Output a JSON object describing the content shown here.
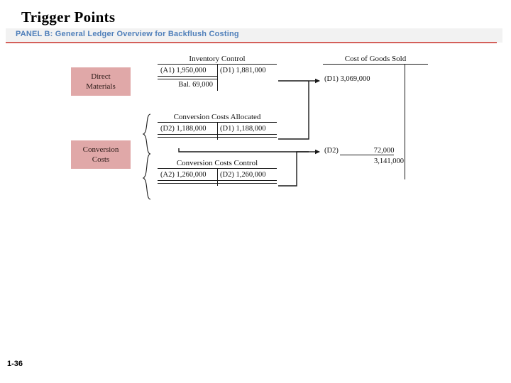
{
  "slide": {
    "title": "Trigger Points",
    "number": "1-36"
  },
  "panel": {
    "subtitle": "PANEL B: General Ledger Overview for Backflush Costing",
    "subtitle_color": "#4f7fba",
    "rule_color": "#d4605a",
    "banner_color": "#f2f2f2"
  },
  "triggers": {
    "box_color": "#e0a8a8",
    "items": [
      {
        "line1": "Direct",
        "line2": "Materials"
      },
      {
        "line1": "Conversion",
        "line2": "Costs"
      }
    ]
  },
  "accounts": {
    "inventory_control": {
      "title": "Inventory Control",
      "debit_ref": "(A1)",
      "debit_amount": "1,950,000",
      "credit_ref": "(D1)",
      "credit_amount": "1,881,000",
      "balance_label": "Bal. 69,000"
    },
    "conversion_costs_allocated": {
      "title": "Conversion Costs Allocated",
      "debit_ref": "(D2)",
      "debit_amount": "1,188,000",
      "credit_ref": "(D1)",
      "credit_amount": "1,188,000"
    },
    "conversion_costs_control": {
      "title": "Conversion Costs Control",
      "debit_ref": "(A2)",
      "debit_amount": "1,260,000",
      "credit_ref": "(D2)",
      "credit_amount": "1,260,000"
    },
    "cost_of_goods_sold": {
      "title": "Cost of Goods Sold",
      "entry1_ref": "(D1)",
      "entry1_amount": "3,069,000",
      "entry2_ref": "(D2)",
      "entry2_amount": "72,000",
      "total_amount": "3,141,000"
    }
  },
  "chart_data": {
    "type": "diagram",
    "title": "PANEL B: General Ledger Overview for Backflush Costing",
    "diagram_kind": "t-account-ledger-flow",
    "trigger_points": [
      "Direct Materials",
      "Conversion Costs"
    ],
    "t_accounts": [
      {
        "name": "Inventory Control",
        "debits": [
          {
            "ref": "(A1)",
            "amount": 1950000
          }
        ],
        "credits": [
          {
            "ref": "(D1)",
            "amount": 1881000
          }
        ],
        "balance": {
          "label": "Bal.",
          "amount": 69000
        }
      },
      {
        "name": "Conversion Costs Allocated",
        "debits": [
          {
            "ref": "(D2)",
            "amount": 1188000
          }
        ],
        "credits": [
          {
            "ref": "(D1)",
            "amount": 1188000
          }
        ],
        "balance": null
      },
      {
        "name": "Conversion Costs Control",
        "debits": [
          {
            "ref": "(A2)",
            "amount": 1260000
          }
        ],
        "credits": [
          {
            "ref": "(D2)",
            "amount": 1260000
          }
        ],
        "balance": null
      },
      {
        "name": "Cost of Goods Sold",
        "debits": [
          {
            "ref": "(D1)",
            "amount": 3069000
          },
          {
            "ref": "(D2)",
            "amount": 72000
          }
        ],
        "credits": [],
        "total": 3141000
      }
    ],
    "flows": [
      {
        "from": "Inventory Control credit (D1) 1,881,000",
        "to": "Cost of Goods Sold (D1) 3,069,000"
      },
      {
        "from": "Conversion Costs Allocated credit (D1) 1,188,000",
        "to": "Cost of Goods Sold (D1) 3,069,000"
      },
      {
        "from": "Conversion Costs Control credit (D2) 1,260,000",
        "to": "Cost of Goods Sold (D2) 72,000"
      },
      {
        "from": "Conversion Costs Allocated debit (D2) 1,188,000",
        "to": "Cost of Goods Sold (D2) 72,000"
      }
    ],
    "brace": {
      "spans": [
        "Conversion Costs Allocated",
        "Conversion Costs Control"
      ]
    }
  }
}
